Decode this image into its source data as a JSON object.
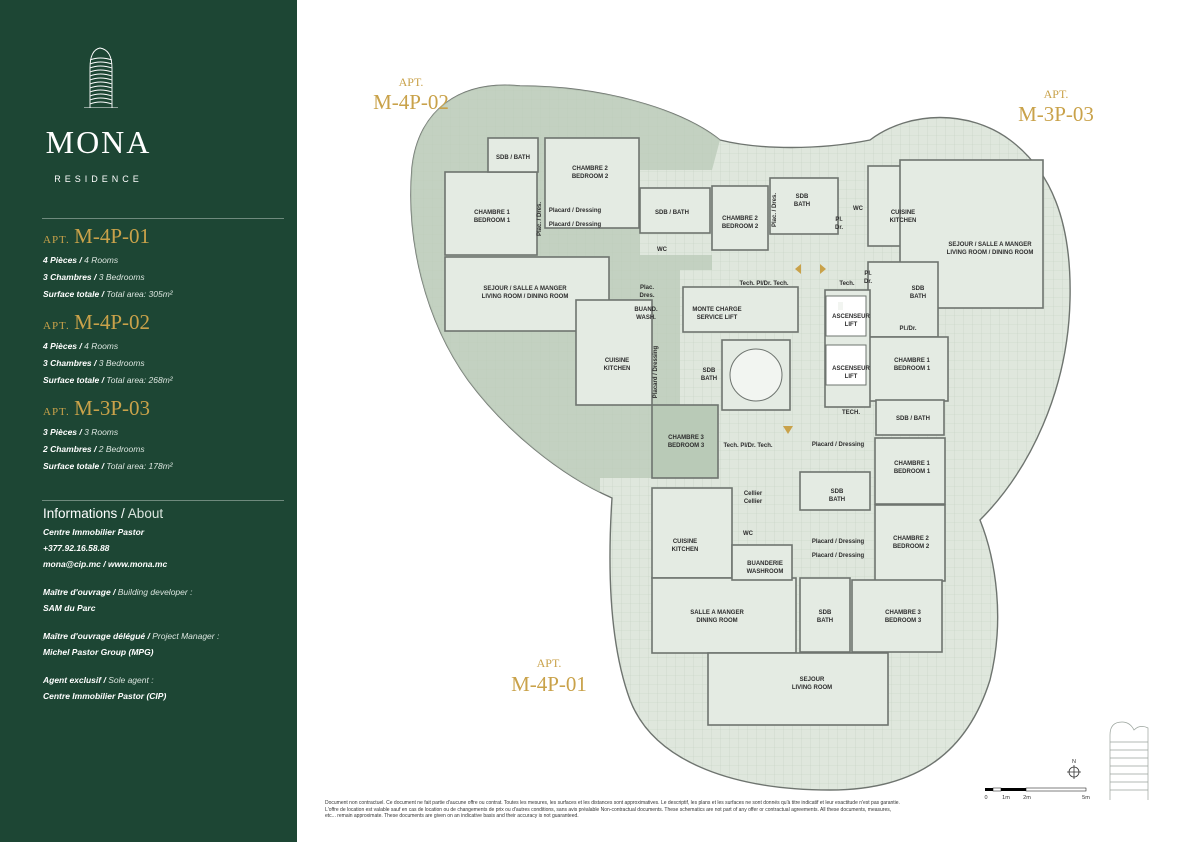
{
  "brand": {
    "name": "MONA",
    "subtitle": "RESIDENCE"
  },
  "apartments": [
    {
      "prefix": "APT.",
      "code": "M-4P-01",
      "rooms_fr": "4 Pièces /",
      "rooms_en": " 4 Rooms",
      "beds_fr": "3 Chambres /",
      "beds_en": " 3 Bedrooms",
      "area_fr": "Surface totale /",
      "area_en": " Total area: 305m²"
    },
    {
      "prefix": "APT.",
      "code": "M-4P-02",
      "rooms_fr": "4 Pièces /",
      "rooms_en": " 4 Rooms",
      "beds_fr": "3 Chambres /",
      "beds_en": " 3 Bedrooms",
      "area_fr": "Surface totale /",
      "area_en": " Total area: 268m²"
    },
    {
      "prefix": "APT.",
      "code": "M-3P-03",
      "rooms_fr": "3 Pièces /",
      "rooms_en": " 3 Rooms",
      "beds_fr": "2 Chambres /",
      "beds_en": " 2 Bedrooms",
      "area_fr": "Surface totale /",
      "area_en": " Total area: 178m²"
    }
  ],
  "info": {
    "title_fr": "Informations /",
    "title_en": " About",
    "agency": "Centre Immobilier Pastor",
    "phone": "+377.92.16.58.88",
    "web": "mona@cip.mc / www.mona.mc",
    "developer_fr": "Maître d'ouvrage /",
    "developer_en": " Building developer :",
    "developer": "SAM du Parc",
    "manager_fr": "Maître d'ouvrage délégué /",
    "manager_en": " Project Manager :",
    "manager": "Michel Pastor Group (MPG)",
    "agent_fr": "Agent exclusif /",
    "agent_en": " Sole agent :",
    "agent": "Centre Immobilier Pastor (CIP)"
  },
  "plan_labels": {
    "apt_prefix": "APT.",
    "apt_02": "M-4P-02",
    "apt_03": "M-3P-03",
    "apt_01": "M-4P-01",
    "sdb_bath": "SDB / BATH",
    "chambre2": "CHAMBRE 2",
    "bedroom2": "BEDROOM 2",
    "chambre1": "CHAMBRE 1",
    "bedroom1": "BEDROOM 1",
    "chambre3": "CHAMBRE 3",
    "bedroom3": "BEDROOM 3",
    "placard": "Placard / Dressing",
    "plac_dres": "Plac. / Dres.",
    "plac": "Plac.",
    "dres": "Dres.",
    "wc": "WC",
    "sdb": "SDB",
    "bath": "BATH",
    "pl": "Pl.",
    "dr": "Dr.",
    "pl_dr": "Pl./Dr.",
    "cuisine": "CUISINE",
    "kitchen": "KITCHEN",
    "sejour_salle": "SEJOUR / SALLE A MANGER",
    "living_dining": "LIVING ROOM / DINING ROOM",
    "tech_pl_dr_tech": "Tech. Pl/Dr. Tech.",
    "tech": "Tech.",
    "tech_caps": "TECH.",
    "monte_charge": "MONTE CHARGE",
    "service_lift": "SERVICE LIFT",
    "ascenseur": "ASCENSEUR",
    "lift": "LIFT",
    "buand": "BUAND.",
    "wash": "WASH.",
    "cellier": "Cellier",
    "buanderie": "BUANDERIE",
    "washroom": "WASHROOM",
    "salle_manger": "SALLE A MANGER",
    "dining_room": "DINING ROOM",
    "sejour": "SEJOUR",
    "living_room": "LIVING ROOM"
  },
  "scale": {
    "s0": "0",
    "s1": "1m",
    "s2": "2m",
    "s5": "5m",
    "north": "N"
  },
  "disclaimer": "Document non contractuel. Ce document ne fait partie d'aucune offre ou contrat. Toutes les mesures, les surfaces et les distances sont approximatives. Le descriptif, les plans et les surfaces ne sont donnés qu'à titre indicatif et leur exactitude n'est pas garantie. L'offre de location est valable sauf en cas de location ou de changements de prix ou d'autres conditions, sans avis préalable Non-contractual documents. These schematics are not part of any offer or contractual agreements. All these documents, measures, etc... remain approximate. These documents are given on an indicative basis and their accuracy is not guaranteed.",
  "colors": {
    "sidebar": "#1d4634",
    "gold": "#c9a24a",
    "room": "#e4ebe3",
    "terrace": "#d8e2d6",
    "apt02": "#b9cab7",
    "wall": "#6e746f"
  }
}
